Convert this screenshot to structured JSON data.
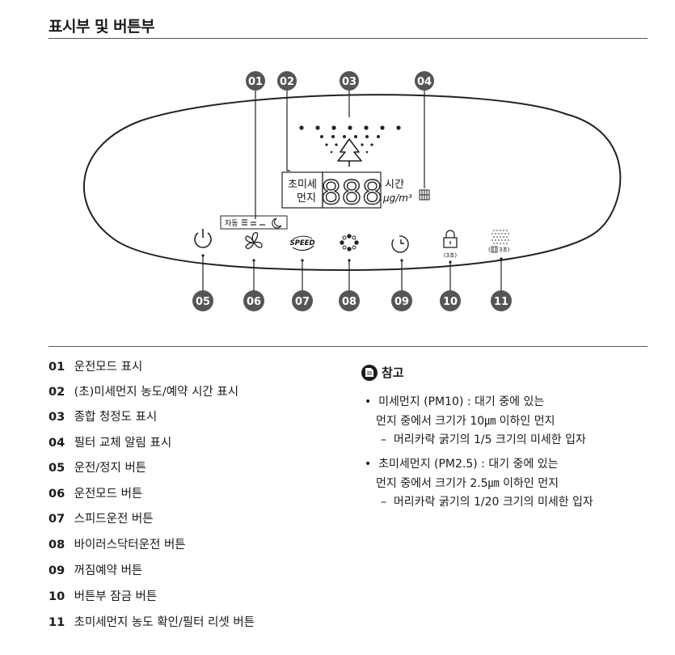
{
  "page": {
    "title": "표시부 및 버튼부"
  },
  "display": {
    "callouts": {
      "c01": "01",
      "c02": "02",
      "c03": "03",
      "c04": "04",
      "c05": "05",
      "c06": "06",
      "c07": "07",
      "c08": "08",
      "c09": "09",
      "c10": "10",
      "c11": "11"
    },
    "dust_label_line1": "초미세",
    "dust_label_line2": "먼지",
    "digits": "888",
    "unit_time": "시간",
    "unit_conc": "μg/m³",
    "mode_label": "자동",
    "speed_label": "SPEED",
    "lock_hint": "(3초)",
    "reset_hint": "3초)"
  },
  "legend": {
    "items": [
      {
        "num": "01",
        "text": "운전모드 표시"
      },
      {
        "num": "02",
        "text": "(초)미세먼지 농도/예약 시간 표시"
      },
      {
        "num": "03",
        "text": "종합 청정도 표시"
      },
      {
        "num": "04",
        "text": "필터 교체 알림 표시"
      },
      {
        "num": "05",
        "text": "운전/정지 버튼"
      },
      {
        "num": "06",
        "text": "운전모드 버튼"
      },
      {
        "num": "07",
        "text": "스피드운전 버튼"
      },
      {
        "num": "08",
        "text": "바이러스닥터운전 버튼"
      },
      {
        "num": "09",
        "text": "꺼짐예약 버튼"
      },
      {
        "num": "10",
        "text": "버튼부 잠금 버튼"
      },
      {
        "num": "11",
        "text": "초미세먼지 농도 확인/필터 리셋 버튼"
      }
    ]
  },
  "note": {
    "heading": "참고",
    "b1_line1": "미세먼지 (PM10) : 대기 중에 있는",
    "b1_line2": "먼지 중에서 크기가 10㎛ 이하인 먼지",
    "b1_sub": "머리카락 굵기의 1/5 크기의 미세한 입자",
    "b2_line1": "초미세먼지 (PM2.5) : 대기 중에 있는",
    "b2_line2": "먼지 중에서 크기가 2.5㎛ 이하인 먼지",
    "b2_sub": "머리카락 굵기의 1/20 크기의 미세한 입자"
  }
}
